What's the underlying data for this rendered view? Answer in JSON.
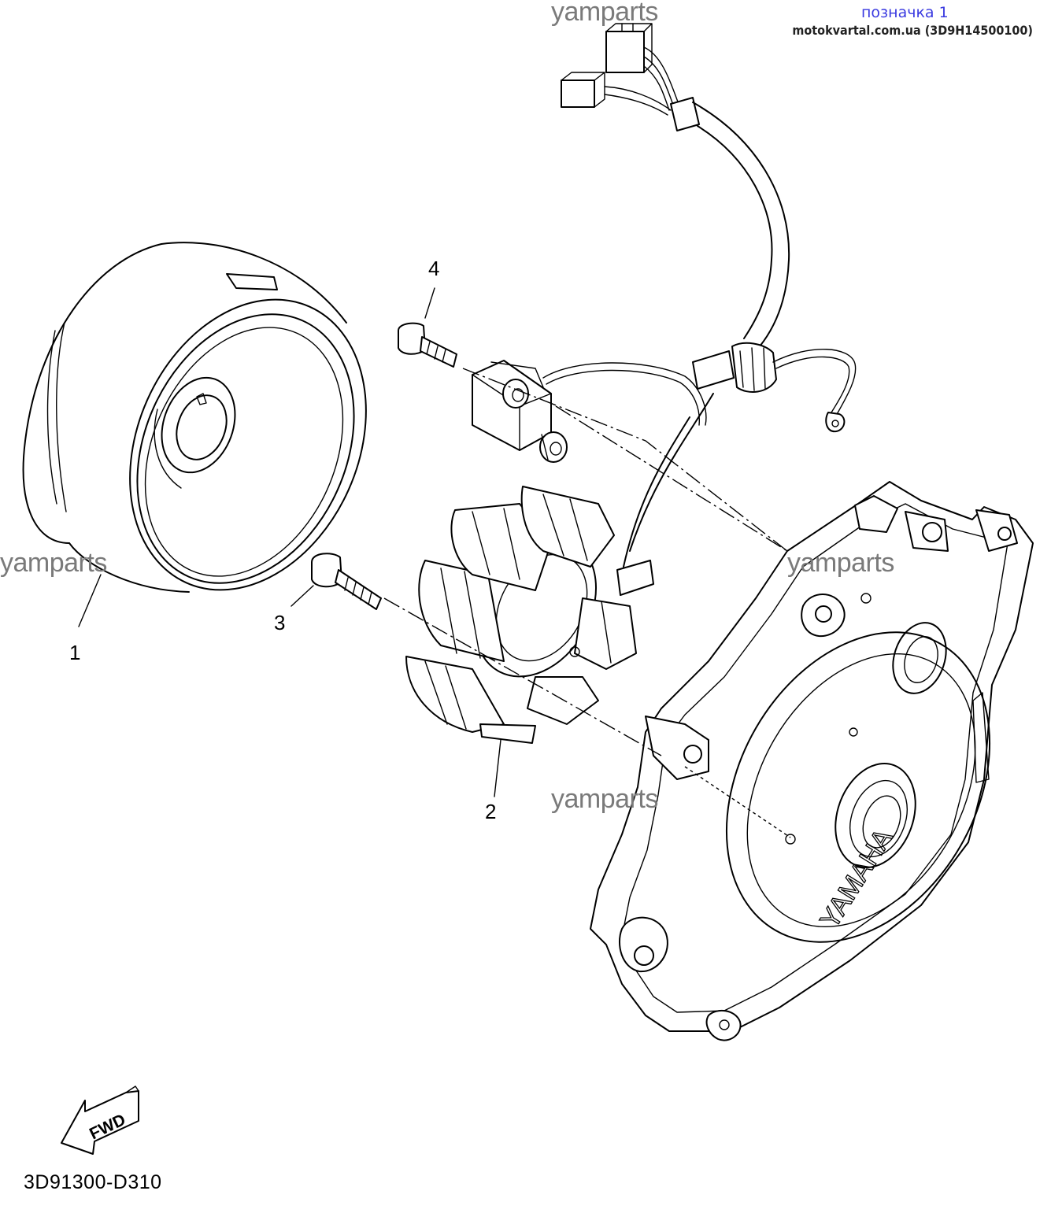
{
  "header": {
    "ref_label": "позначка 1",
    "source_line": "motokvartal.com.ua (3D9H14500100)"
  },
  "watermarks": [
    "yamparts",
    "yamparts",
    "yamparts",
    "yamparts"
  ],
  "callouts": [
    {
      "number": "1",
      "part": "rotor"
    },
    {
      "number": "2",
      "part": "stator"
    },
    {
      "number": "3",
      "part": "stator-bolt"
    },
    {
      "number": "4",
      "part": "pickup-coil-bolt"
    }
  ],
  "cover_brand": "YAMAHA",
  "direction_arrow": "FWD",
  "diagram_code": "3D91300-D310"
}
